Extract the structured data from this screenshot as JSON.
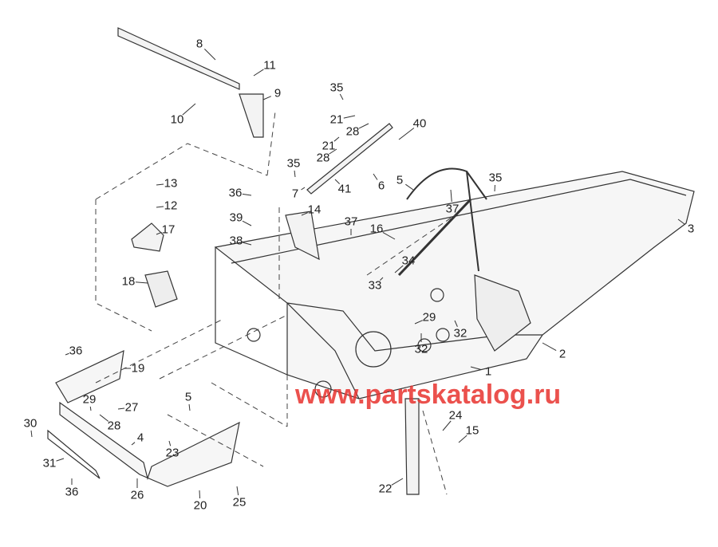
{
  "diagram": {
    "watermark": "www.partskatalog.ru",
    "callouts": [
      "8",
      "11",
      "9",
      "10",
      "35",
      "21",
      "28",
      "40",
      "21",
      "28",
      "35",
      "7",
      "41",
      "6",
      "5",
      "37",
      "35",
      "3",
      "13",
      "12",
      "17",
      "18",
      "36",
      "39",
      "38",
      "14",
      "37",
      "16",
      "34",
      "33",
      "29",
      "32",
      "32",
      "2",
      "1",
      "36",
      "19",
      "29",
      "27",
      "28",
      "5",
      "4",
      "30",
      "23",
      "31",
      "36",
      "26",
      "20",
      "25",
      "24",
      "15",
      "22"
    ]
  }
}
